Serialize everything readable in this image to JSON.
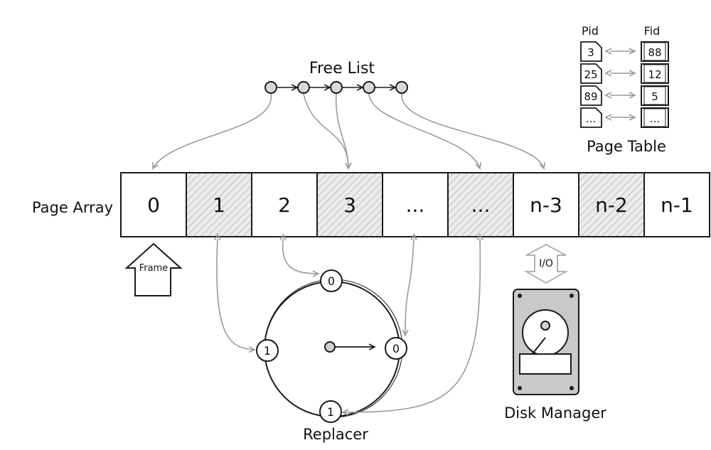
{
  "page_array": {
    "label": "Page Array",
    "cells": [
      {
        "text": "0",
        "shaded": false
      },
      {
        "text": "1",
        "shaded": true
      },
      {
        "text": "2",
        "shaded": false
      },
      {
        "text": "3",
        "shaded": true
      },
      {
        "text": "...",
        "shaded": false
      },
      {
        "text": "...",
        "shaded": true
      },
      {
        "text": "n-3",
        "shaded": false
      },
      {
        "text": "n-2",
        "shaded": true
      },
      {
        "text": "n-1",
        "shaded": false
      }
    ]
  },
  "free_list": {
    "label": "Free List"
  },
  "frame_label": "Frame",
  "io_label": "I/O",
  "disk_manager_label": "Disk Manager",
  "replacer": {
    "label": "Replacer",
    "nodes": {
      "top": "0",
      "right": "0",
      "left": "1",
      "bottom": "1"
    }
  },
  "page_table": {
    "title": "Page Table",
    "headers": {
      "pid": "Pid",
      "fid": "Fid"
    },
    "rows": [
      {
        "pid": "3",
        "fid": "88"
      },
      {
        "pid": "25",
        "fid": "12"
      },
      {
        "pid": "89",
        "fid": "5"
      },
      {
        "pid": "...",
        "fid": "..."
      }
    ]
  },
  "colors": {
    "stroke": "#1a1a1a",
    "arrow_gray": "#9a9a9a",
    "hatch": "#bcbcbc"
  }
}
